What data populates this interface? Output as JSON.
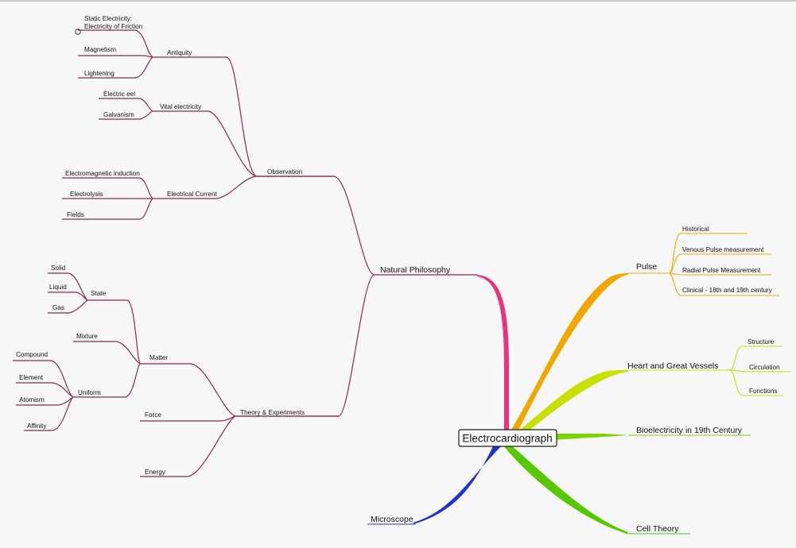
{
  "central": "Electrocardiograph",
  "colors": {
    "philosophy": "#8b2a4e",
    "philosophy_thick": "#e8357a",
    "pulse": "#f0a800",
    "heart": "#c8e000",
    "bioelectricity": "#7cd400",
    "cell_theory": "#55c800",
    "microscope": "#2233cc"
  },
  "branches": {
    "natural_philosophy": "Natural Philosophy",
    "observation": "Observation",
    "antiquity": "Antiquity",
    "static_line1": "Static Electricity:",
    "static_line2": "Electricity of Friction",
    "magnetism": "Magnetism",
    "lightening": "Lightening",
    "vital_electricity": "Vital electricity",
    "electric_eel": "Electric eel",
    "galvanism": "Galvanism",
    "electrical_current": "Electrical Current",
    "electromagnetic_induction": "Electromagnetic induction",
    "electrolysis": "Electrolysis",
    "fields": "Fields",
    "theory_experiments": "Theory & Experiments",
    "matter": "Matter",
    "state": "State",
    "solid": "Solid",
    "liquid": "Liquid",
    "gas": "Gas",
    "mixture": "Mixture",
    "uniform": "Uniform",
    "compound": "Compound",
    "element": "Element",
    "atomism": "Atomism",
    "affinity": "Affinity",
    "force": "Force",
    "energy": "Energy",
    "pulse": "Pulse",
    "historical": "Historical",
    "venous_pulse": "Venous Pulse measurement",
    "radial_pulse": "Radial Pulse Measurement",
    "clinical": "Clinical - 18th and 19th century",
    "heart_vessels": "Heart and Great Vessels",
    "structure": "Structure",
    "circulation": "Circulation",
    "functions": "Functions",
    "bioelectricity": "Bioelectricity in 19th Century",
    "cell_theory": "Cell Theory",
    "microscope": "Microscope"
  }
}
